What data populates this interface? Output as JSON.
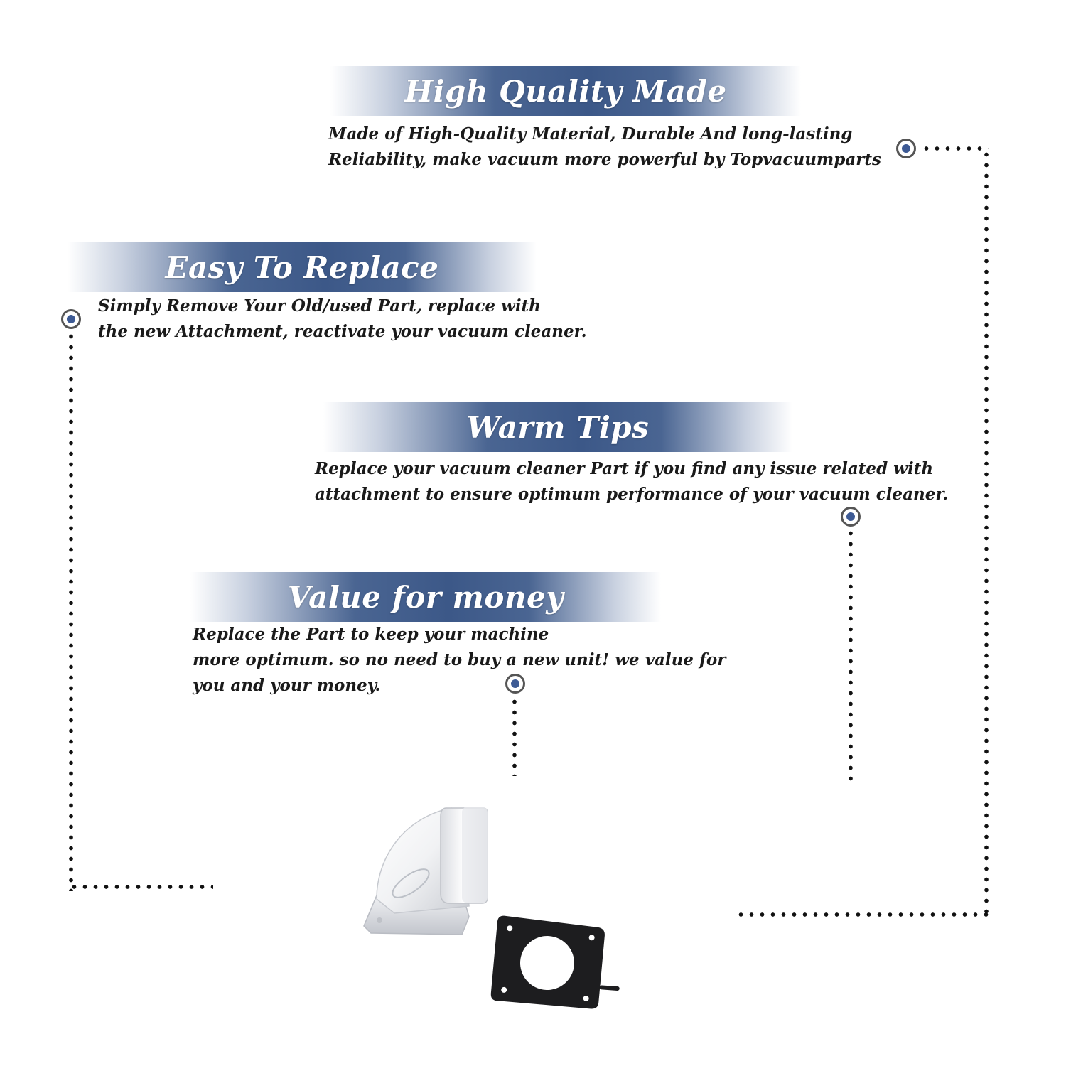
{
  "sections": [
    {
      "title": "High Quality Made",
      "lines": [
        "Made of  High-Quality Material, Durable And long-lasting",
        "Reliability, make vacuum more powerful by Topvacuumparts"
      ]
    },
    {
      "title": "Easy To Replace",
      "lines": [
        "Simply Remove Your Old/used Part, replace with",
        "the new Attachment, reactivate your vacuum cleaner."
      ]
    },
    {
      "title": "Warm Tips",
      "lines": [
        "Replace your vacuum cleaner Part if you find any issue related with",
        " attachment to ensure optimum performance of your vacuum cleaner."
      ]
    },
    {
      "title": "Value for money",
      "lines": [
        "Replace the Part to keep your machine",
        "more optimum. so no need to buy a new unit! we value for",
        "you and your money."
      ]
    }
  ],
  "colors": {
    "banner_blue": "#3c5888",
    "node_fill": "#3d5a94",
    "text": "#1a1a1a"
  }
}
